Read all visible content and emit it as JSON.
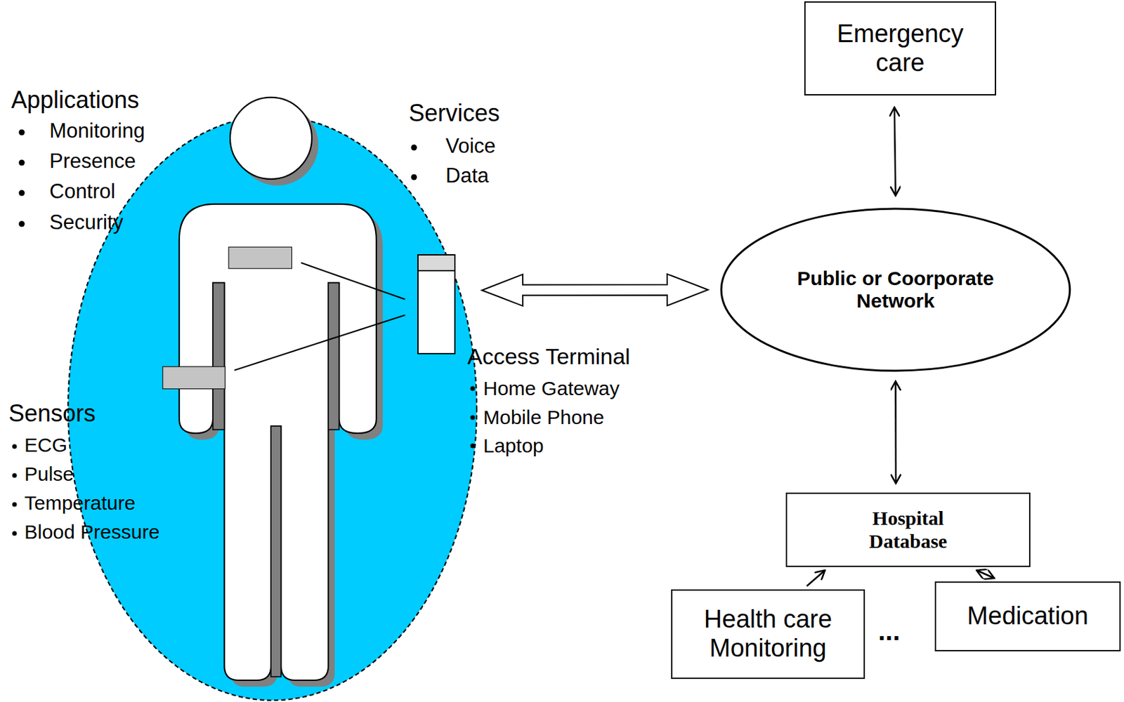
{
  "diagram": {
    "nodes": [
      {
        "text": [
          "Access Terminal",
          "Home Gateway",
          "Mobile Phone",
          "Laptop"
        ]
      },
      {
        "text": [
          "Emergency care"
        ]
      },
      {
        "text": [
          "Public or Coorporate Network"
        ]
      },
      {
        "text": [
          "Hospital Database"
        ]
      },
      {
        "text": [
          "Health care Monitoring"
        ]
      },
      {
        "text": [
          "Medication"
        ]
      }
    ],
    "edges": [
      {
        "from": 0,
        "to": 2,
        "arrow": "both"
      },
      {
        "from": 1,
        "to": 2,
        "arrow": "both"
      },
      {
        "from": 2,
        "to": 3,
        "arrow": "both"
      },
      {
        "from": 4,
        "to": 3,
        "arrow": "to"
      },
      {
        "from": 5,
        "to": 3,
        "arrow": "both"
      }
    ],
    "labels": [
      "Applications",
      "Monitoring",
      "Presence",
      "Control",
      "Security",
      "Services",
      "Voice",
      "Data",
      "Sensors",
      "ECG",
      "Pulse",
      "Temperature",
      "Blood Pressure",
      "..."
    ]
  }
}
